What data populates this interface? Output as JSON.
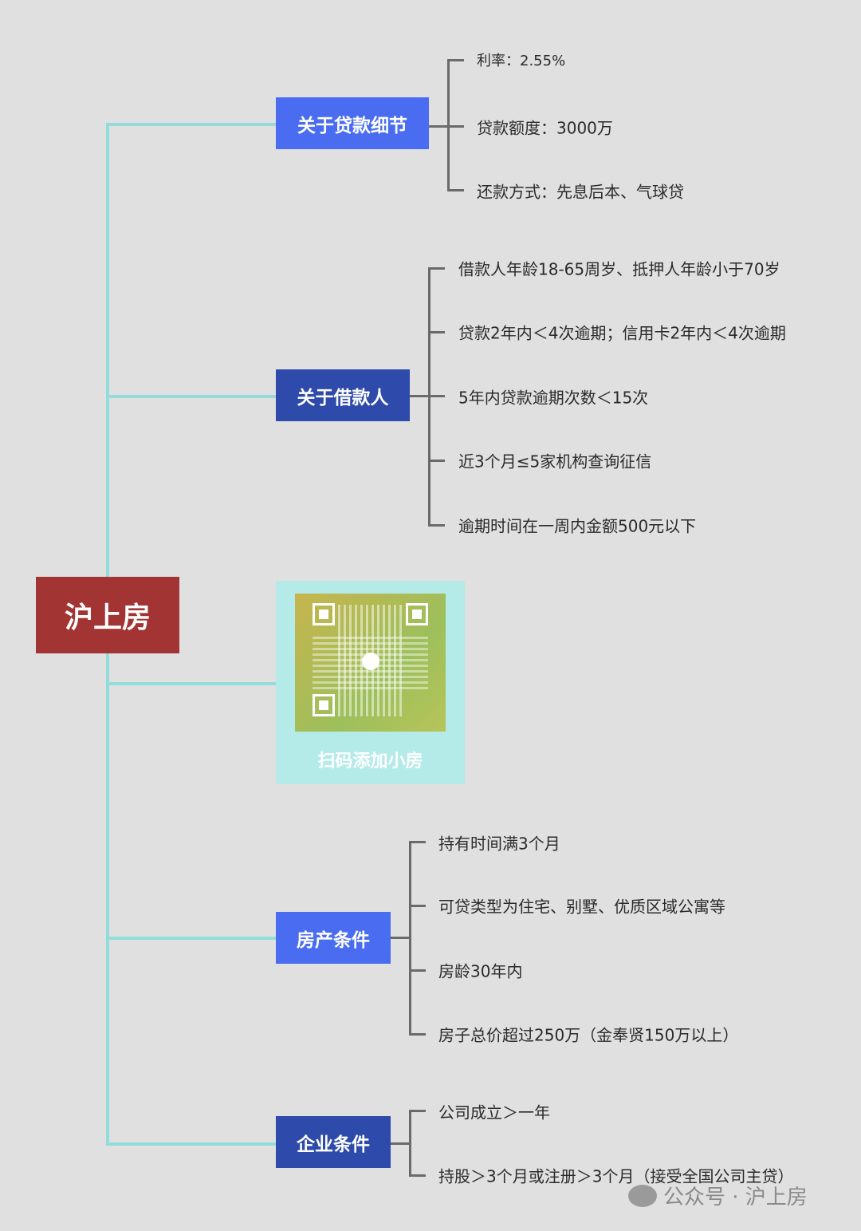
{
  "root": {
    "label": "沪上房"
  },
  "branches": {
    "loan": {
      "label": "关于贷款细节",
      "items": [
        "利率：2.55%",
        "贷款额度：3000万",
        "还款方式：先息后本、气球贷"
      ]
    },
    "borrower": {
      "label": "关于借款人",
      "items": [
        "借款人年龄18-65周岁、抵押人年龄小于70岁",
        "贷款2年内＜4次逾期；信用卡2年内＜4次逾期",
        "5年内贷款逾期次数＜15次",
        "近3个月≤5家机构查询征信",
        "逾期时间在一周内金额500元以下"
      ]
    },
    "qr": {
      "label": "扫码添加小房"
    },
    "property": {
      "label": "房产条件",
      "items": [
        "持有时间满3个月",
        "可贷类型为住宅、别墅、优质区域公寓等",
        "房龄30年内",
        "房子总价超过250万（金奉贤150万以上）"
      ]
    },
    "company": {
      "label": "企业条件",
      "items": [
        "公司成立＞一年",
        "持股＞3个月或注册＞3个月（接受全国公司主贷）"
      ]
    }
  },
  "footer": {
    "text": "公众号 · 沪上房"
  },
  "colors": {
    "root": "#a33434",
    "node_light": "#4a6cf0",
    "node_dark": "#2e4aaa",
    "connector": "#93dcdc",
    "background": "#e0e0e0"
  }
}
